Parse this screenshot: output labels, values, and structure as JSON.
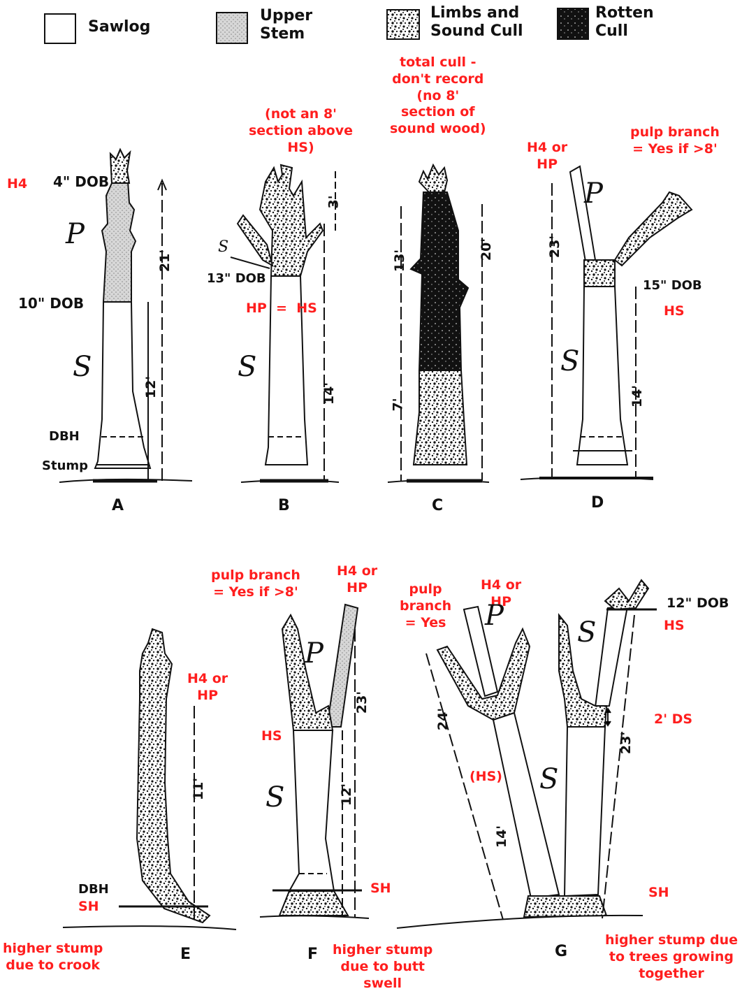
{
  "legend": [
    {
      "name": "Sawlog",
      "fill": "sawlog"
    },
    {
      "name": "Upper\nStem",
      "fill": "upper"
    },
    {
      "name": "Limbs and\nSound Cull",
      "fill": "limbs"
    },
    {
      "name": "Rotten\nCull",
      "fill": "rotten"
    }
  ],
  "colors": {
    "annotation": "#ff1e1e",
    "line": "#111111"
  },
  "trees": {
    "A": {
      "letter": "A",
      "h4": "H4",
      "dob_top": "4\" DOB",
      "dob_mid": "10\" DOB",
      "p": "P",
      "s": "S",
      "dbh": "DBH",
      "stump": "Stump",
      "dim1": "21'",
      "dim2": "12'"
    },
    "B": {
      "letter": "B",
      "note": "(not an 8'\nsection above\nHS)",
      "dob": "13\" DOB",
      "hp_hs": "HP  =  HS",
      "s": "S",
      "sc": "S",
      "dim1": "3'",
      "dim2": "14'"
    },
    "C": {
      "letter": "C",
      "note": "total cull -\ndon't record\n(no 8'\nsection of\nsound wood)",
      "dim1": "13'",
      "dim2": "7'",
      "dim3": "20'"
    },
    "D": {
      "letter": "D",
      "h4hp": "H4 or\nHP",
      "pulp": "pulp branch\n= Yes if >8'",
      "dob": "15\" DOB",
      "hs": "HS",
      "p": "P",
      "s": "S",
      "dim1": "23'",
      "dim2": "14'"
    },
    "E": {
      "letter": "E",
      "h4hp": "H4 or\nHP",
      "dbh": "DBH",
      "sh": "SH",
      "note": "higher stump\ndue to crook",
      "dim1": "11'"
    },
    "F": {
      "letter": "F",
      "pulp": "pulp branch\n= Yes if >8'",
      "h4hp": "H4 or\nHP",
      "hs": "HS",
      "p": "P",
      "s": "S",
      "sh": "SH",
      "note": "higher stump\ndue to butt\nswell",
      "dim1": "23'",
      "dim2": "12'"
    },
    "G": {
      "letter": "G",
      "pulp": "pulp\nbranch\n= Yes",
      "h4hp": "H4 or\nHP",
      "dob": "12\" DOB",
      "hs": "HS",
      "hs_paren": "(HS)",
      "ds": "2' DS",
      "p": "P",
      "s1": "S",
      "s2": "S",
      "sh": "SH",
      "note": "higher stump due\nto trees growing\ntogether",
      "dim1": "24'",
      "dim2": "14'",
      "dim3": "23'"
    }
  }
}
